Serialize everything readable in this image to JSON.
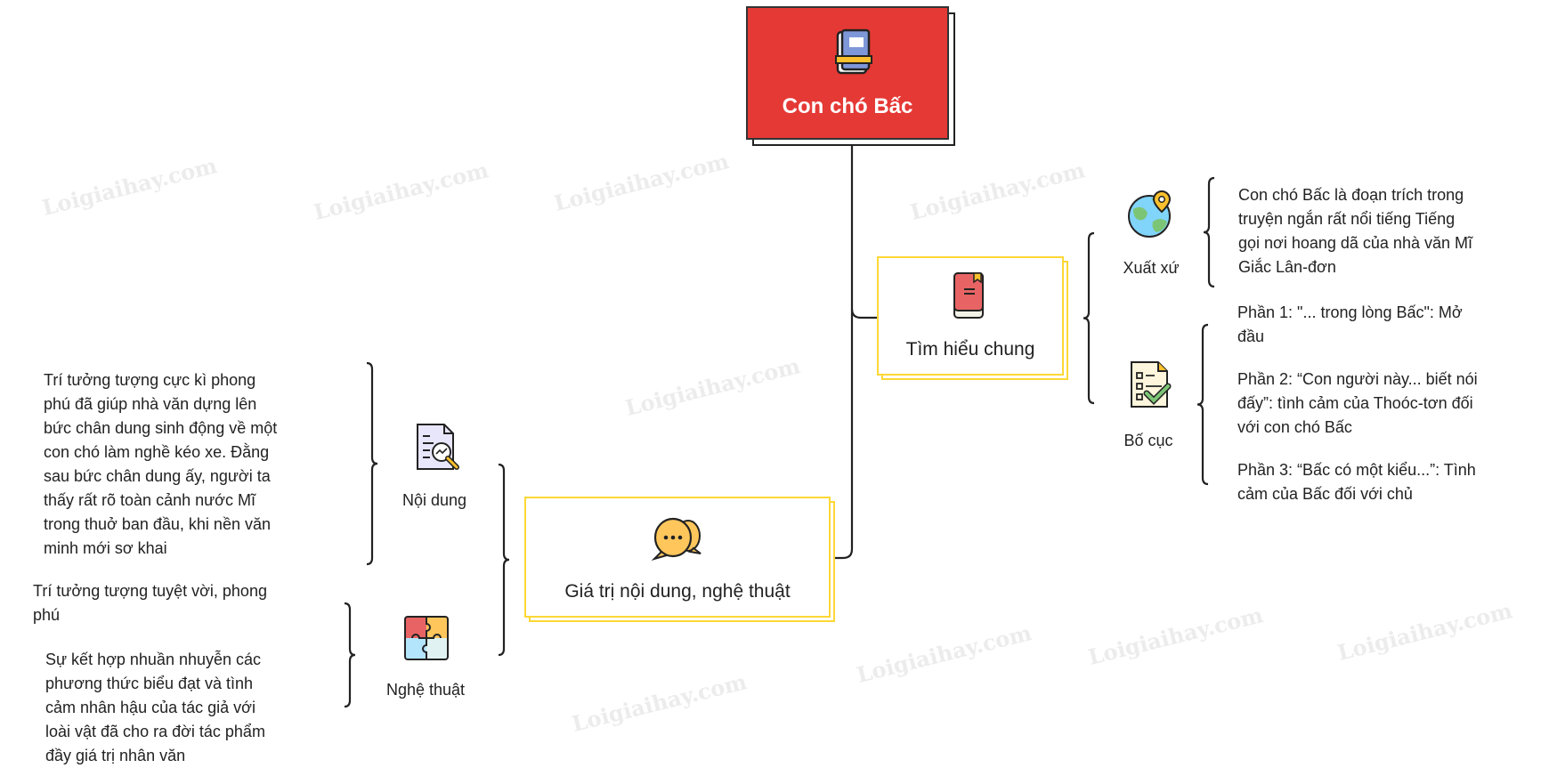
{
  "watermark": "Loigiaihay.com",
  "root": {
    "title": "Con chó Bấc",
    "icon": "book-icon"
  },
  "branches": {
    "tim_hieu_chung": {
      "label": "Tìm hiểu chung",
      "icon": "red-book-icon",
      "xuat_xu": {
        "label": "Xuất xứ",
        "icon": "globe-pin-icon",
        "text": [
          "Con chó Bấc là đoạn trích trong",
          "truyện ngắn rất nổi tiếng Tiếng",
          "gọi nơi hoang dã của nhà văn Mĩ",
          "Giắc Lân-đơn"
        ]
      },
      "bo_cuc": {
        "label": "Bố cục",
        "icon": "checklist-icon",
        "parts": [
          [
            "Phần 1: \"... trong lòng Bấc\": Mở",
            "đầu"
          ],
          [
            "Phần 2: “Con người này... biết nói",
            "đấy”: tình cảm của Thoóc-tơn đối",
            "với con chó Bấc"
          ],
          [
            "Phần 3: “Bấc có một kiểu...”: Tình",
            "cảm của Bấc đối với chủ"
          ]
        ]
      }
    },
    "gia_tri": {
      "label": "Giá trị nội dung, nghệ thuật",
      "icon": "chat-bubbles-icon",
      "noi_dung": {
        "label": "Nội dung",
        "icon": "document-search-icon",
        "text": [
          "Trí tưởng tượng cực kì phong",
          "phú đã giúp nhà văn dựng lên",
          "bức chân dung sinh động về một",
          "con chó làm nghề kéo xe. Đằng",
          "sau bức chân dung ấy, người ta",
          "thấy rất rõ toàn cảnh nước Mĩ",
          "trong thuở ban đầu, khi nền văn",
          "minh mới sơ khai"
        ]
      },
      "nghe_thuat": {
        "label": "Nghệ thuật",
        "icon": "puzzle-icon",
        "items": [
          [
            "Trí tưởng tượng tuyệt vời, phong",
            "phú"
          ],
          [
            "Sự kết hợp nhuần nhuyễn các",
            "phương thức biểu đạt và tình",
            "cảm nhân hậu của tác giả với",
            "loài vật đã cho ra đời tác phẩm",
            "đầy giá trị nhân văn"
          ]
        ]
      }
    }
  },
  "colors": {
    "root": "#e53935",
    "node_border": "#fdd835",
    "line": "#222222"
  }
}
